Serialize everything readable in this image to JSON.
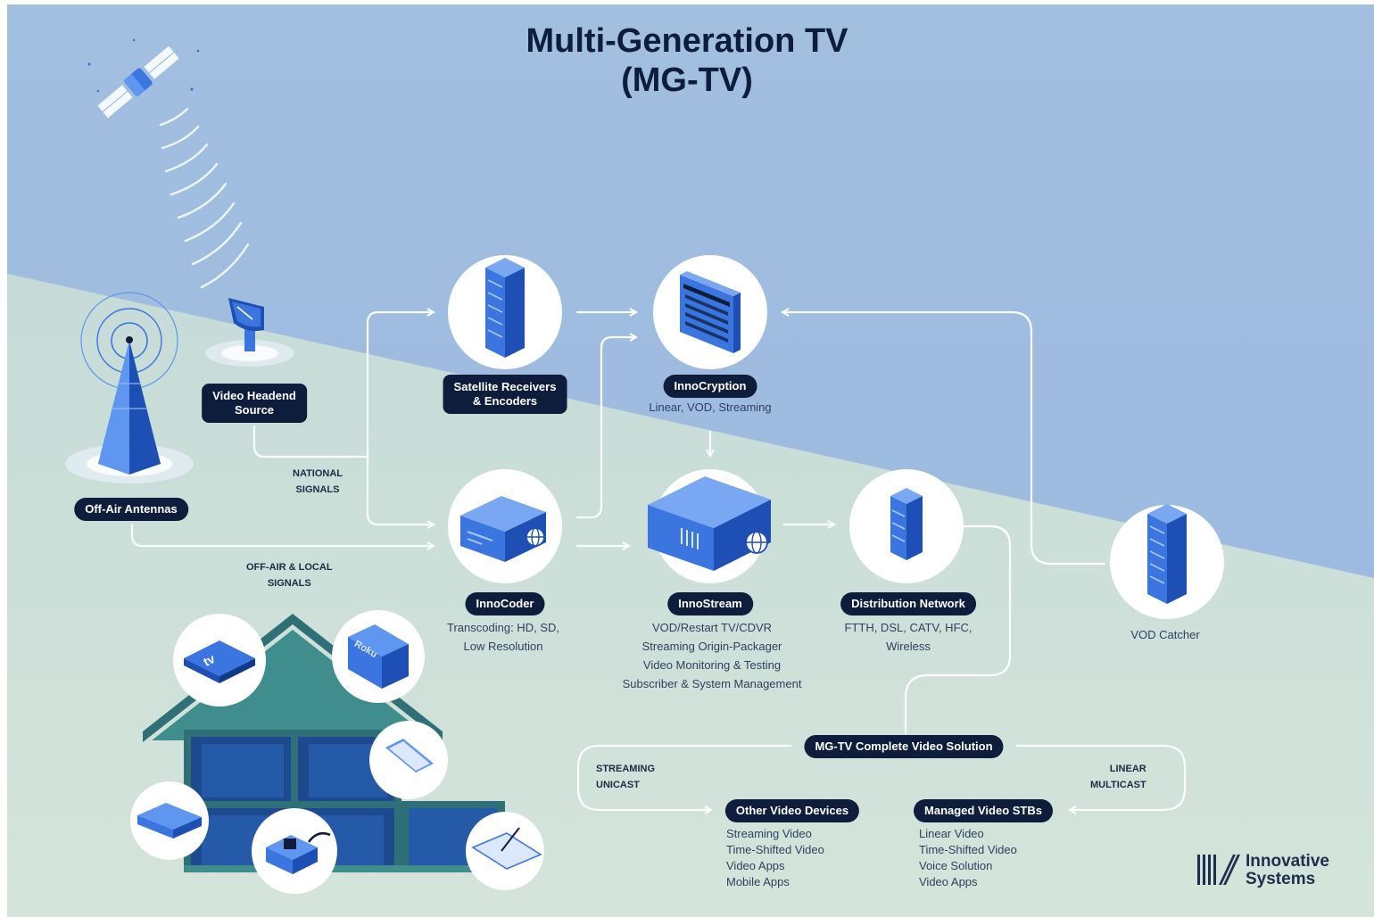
{
  "title": {
    "line1": "Multi-Generation TV",
    "line2": "(MG-TV)"
  },
  "nodes": {
    "off_air": {
      "label": "Off-Air Antennas"
    },
    "headend": {
      "label_l1": "Video Headend",
      "label_l2": "Source"
    },
    "satellite_receivers": {
      "label_l1": "Satellite Receivers",
      "label_l2": "& Encoders"
    },
    "innocryption": {
      "label": "InnoCryption",
      "desc": "Linear, VOD, Streaming"
    },
    "innocoder": {
      "label": "InnoCoder",
      "desc": [
        "Transcoding: HD, SD,",
        "Low Resolution"
      ]
    },
    "innostream": {
      "label": "InnoStream",
      "desc": [
        "VOD/Restart TV/CDVR",
        "Streaming Origin-Packager",
        "Video Monitoring & Testing",
        "Subscriber & System Management"
      ]
    },
    "distribution": {
      "label": "Distribution Network",
      "desc": [
        "FTTH, DSL, CATV, HFC,",
        "Wireless"
      ]
    },
    "vod_catcher": {
      "label": "VOD Catcher"
    },
    "mgtv_solution": {
      "label": "MG-TV Complete Video Solution"
    },
    "other_devices": {
      "label": "Other Video Devices",
      "desc": [
        "Streaming Video",
        "Time-Shifted Video",
        "Video Apps",
        "Mobile Apps"
      ]
    },
    "managed_stbs": {
      "label": "Managed Video STBs",
      "desc": [
        "Linear Video",
        "Time-Shifted Video",
        "Voice Solution",
        "Video Apps"
      ]
    }
  },
  "signals": {
    "national": [
      "NATIONAL",
      "SIGNALS"
    ],
    "offair_local": [
      "OFF-AIR & LOCAL",
      "SIGNALS"
    ],
    "streaming": [
      "STREAMING",
      "UNICAST"
    ],
    "linear": [
      "LINEAR",
      "MULTICAST"
    ]
  },
  "devices": {
    "roku_label": "Roku",
    "apple_tv_label": "tv"
  },
  "logo": {
    "line1": "Innovative",
    "line2": "Systems"
  },
  "colors": {
    "sky": "#a9c2df",
    "ground": "#c9dcd4",
    "navy": "#0f1d3d",
    "blue": "#3b76e0",
    "dark_blue": "#1d4fb5",
    "house": "#2f6f78"
  }
}
